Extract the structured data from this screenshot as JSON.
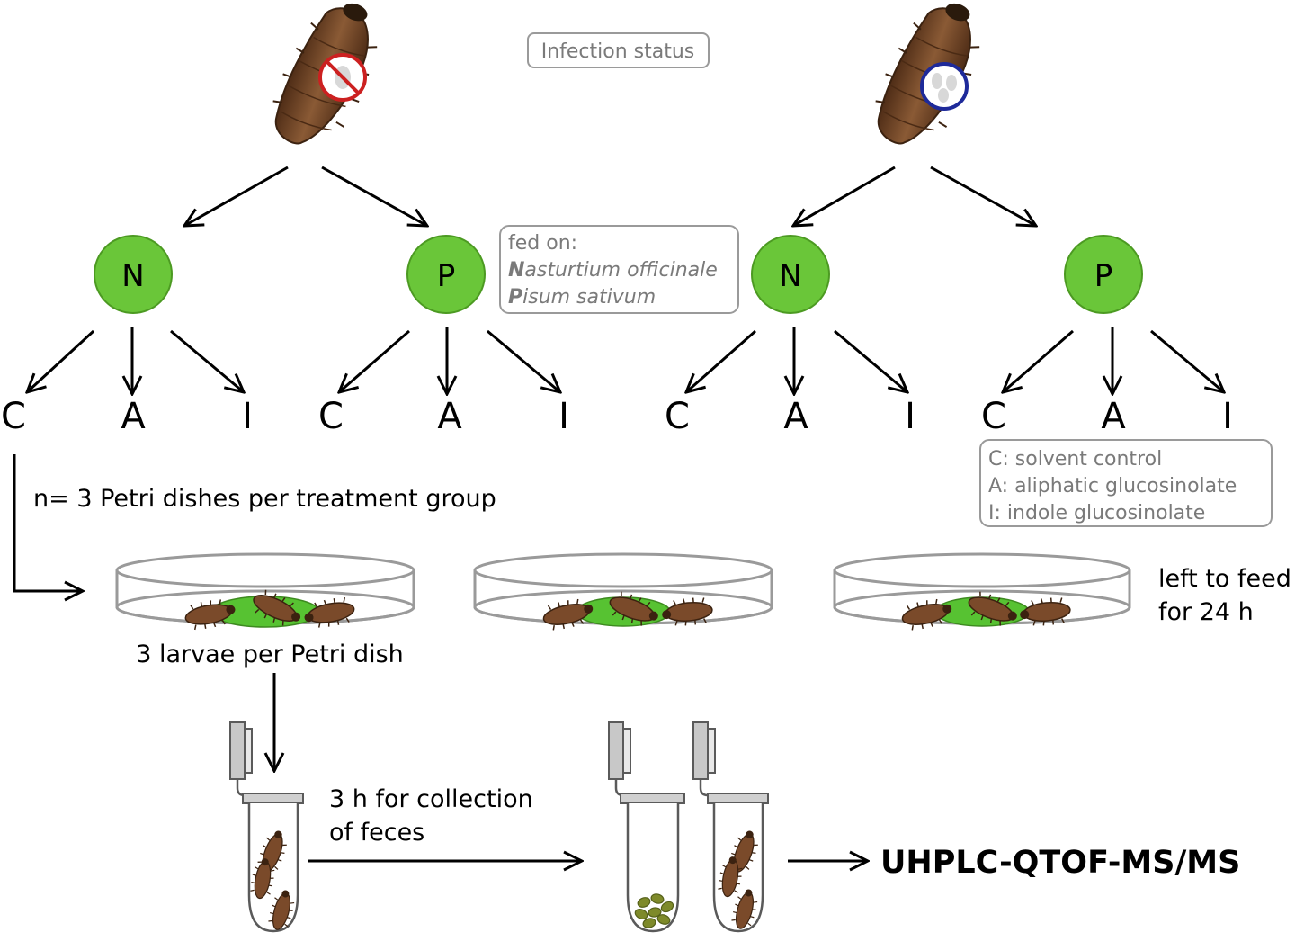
{
  "infection_status_label": "Infection status",
  "diet_box": {
    "heading": "fed on:",
    "line1_initial": "N",
    "line1_rest": "asturtium officinale",
    "line2_initial": "P",
    "line2_rest": "isum sativum"
  },
  "legend_box": {
    "line1": "C: solvent control",
    "line2": "A: aliphatic glucosinolate",
    "line3": "I: indole glucosinolate"
  },
  "nodes": {
    "left_n": "N",
    "left_p": "P",
    "right_n": "N",
    "right_p": "P"
  },
  "treatments": {
    "c": "C",
    "a": "A",
    "i": "I"
  },
  "replicates_text": "n= 3 Petri dishes per treatment group",
  "larvae_text": "3 larvae per Petri dish",
  "feed_time_line1": "left to feed",
  "feed_time_line2": "for 24 h",
  "collection_line1": "3 h for collection",
  "collection_line2": "of feces",
  "analysis_label": "UHPLC-QTOF-MS/MS",
  "colors": {
    "node_fill": "#6ac639",
    "larva": "#7a4a2a",
    "uninfected_ring": "#cc2020",
    "infected_ring": "#1e2a9a",
    "leaf": "#57c232",
    "feces": "#7e8a2a",
    "box_border": "#9a9a9a"
  }
}
